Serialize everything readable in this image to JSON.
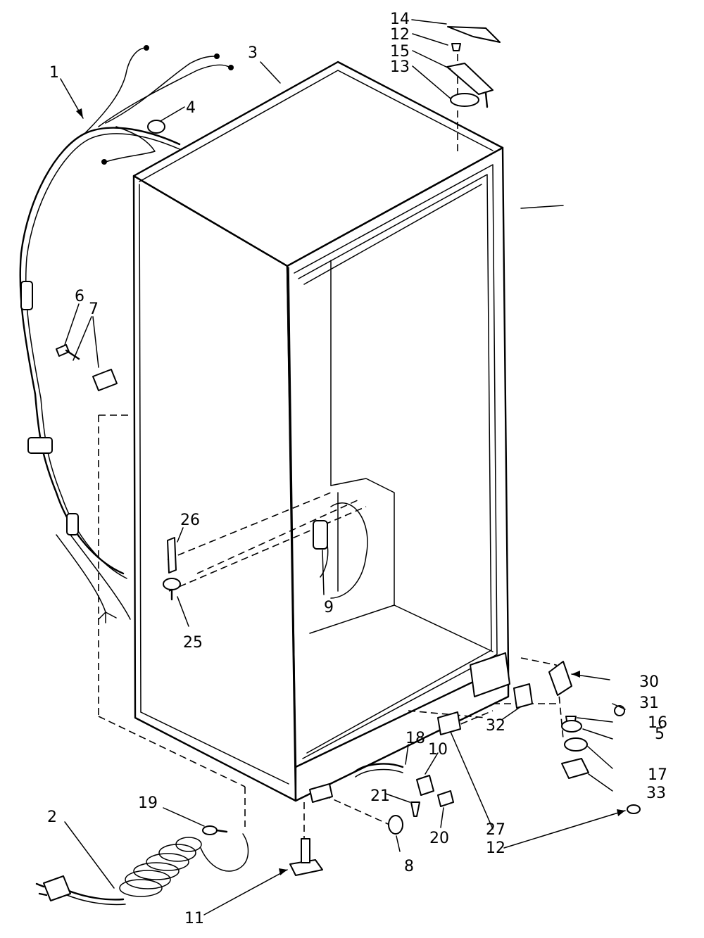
{
  "callouts": {
    "n1": "1",
    "n2": "2",
    "n3": "3",
    "n4": "4",
    "n5": "5",
    "n6": "6",
    "n7": "7",
    "n8": "8",
    "n9": "9",
    "n10": "10",
    "n11": "11",
    "n12a": "12",
    "n12b": "12",
    "n13": "13",
    "n14": "14",
    "n15": "15",
    "n16": "16",
    "n17": "17",
    "n18": "18",
    "n19": "19",
    "n20": "20",
    "n21": "21",
    "n25": "25",
    "n26": "26",
    "n27": "27",
    "n30": "30",
    "n31": "31",
    "n32": "32",
    "n33": "33"
  }
}
